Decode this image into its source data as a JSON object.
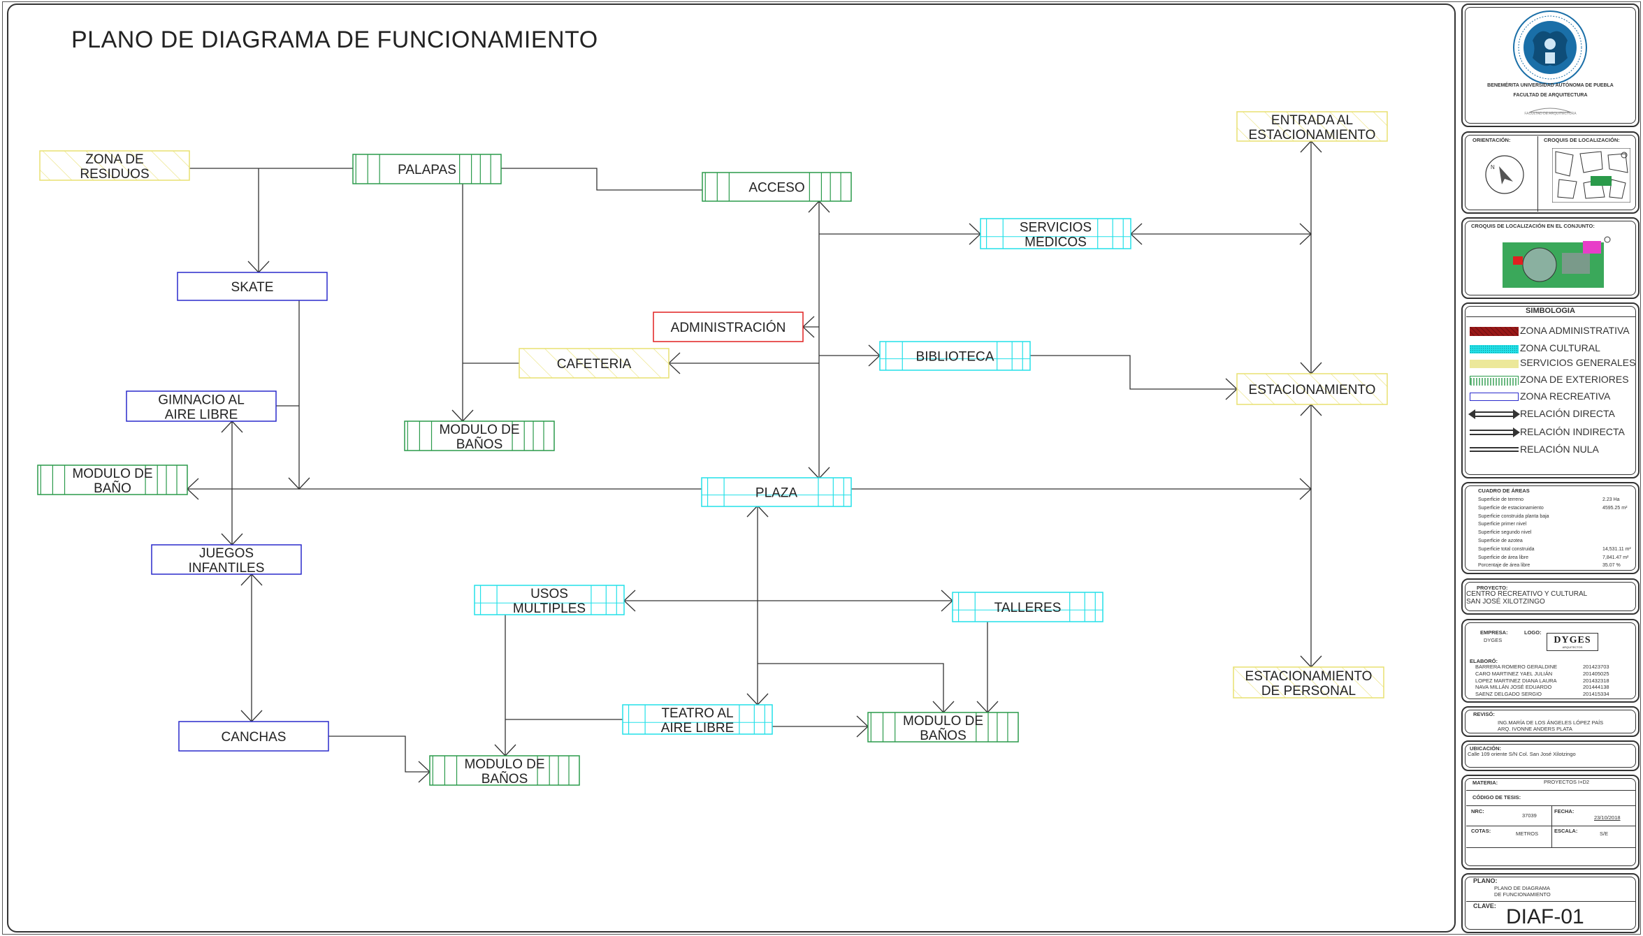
{
  "title": "PLANO DE DIAGRAMA DE FUNCIONAMIENTO",
  "colors": {
    "administrativa": "#e02020",
    "cultural": "#22e0e8",
    "servicios": "#e8e070",
    "exteriores": "#2a9a4a",
    "recreativa": "#2a2acc",
    "line": "#333333"
  },
  "nodes": {
    "zona_residuos": {
      "line1": "ZONA DE",
      "line2": "RESIDUOS"
    },
    "palapas": {
      "line1": "PALAPAS"
    },
    "acceso": {
      "line1": "ACCESO"
    },
    "servicios_medicos": {
      "line1": "SERVICIOS",
      "line2": "MEDICOS"
    },
    "entrada_estacionamiento": {
      "line1": "ENTRADA AL",
      "line2": "ESTACIONAMIENTO"
    },
    "skate": {
      "line1": "SKATE"
    },
    "administracion": {
      "line1": "ADMINISTRACIÓN"
    },
    "cafeteria": {
      "line1": "CAFETERIA"
    },
    "biblioteca": {
      "line1": "BIBLIOTECA"
    },
    "estacionamiento": {
      "line1": "ESTACIONAMIENTO"
    },
    "gimnacio": {
      "line1": "GIMNACIO AL",
      "line2": "AIRE LIBRE"
    },
    "modulo_banos_1": {
      "line1": "MODULO DE",
      "line2": "BAÑOS"
    },
    "modulo_bano": {
      "line1": "MODULO DE",
      "line2": "BAÑO"
    },
    "plaza": {
      "line1": "PLAZA"
    },
    "juegos": {
      "line1": "JUEGOS",
      "line2": "INFANTILES"
    },
    "usos_multiples": {
      "line1": "USOS",
      "line2": "MULTIPLES"
    },
    "talleres": {
      "line1": "TALLERES"
    },
    "estacionamiento_personal": {
      "line1": "ESTACIONAMIENTO",
      "line2": "DE PERSONAL"
    },
    "teatro": {
      "line1": "TEATRO AL",
      "line2": "AIRE LIBRE"
    },
    "modulo_banos_2": {
      "line1": "MODULO DE",
      "line2": "BAÑOS"
    },
    "canchas": {
      "line1": "CANCHAS"
    },
    "modulo_banos_3": {
      "line1": "MODULO DE",
      "line2": "BAÑOS"
    }
  },
  "sidebar": {
    "university": "BENEMÉRITA UNIVERSIDAD AUTÓNOMA DE PUEBLA",
    "faculty": "FACULTAD DE ARQUITECTURA",
    "faculty_small": "FACULTAD DE ARQUITECTURA",
    "orientacion": "ORIENTACIÓN:",
    "croquis_localizacion": "CROQUIS DE LOCALIZACIÓN:",
    "croquis_conjunto": "CROQUIS DE LOCALIZACIÓN EN EL CONJUNTO:",
    "simbologia": "SIMBOLOGIA",
    "legend": [
      {
        "label": "ZONA ADMINISTRATIVA"
      },
      {
        "label": "ZONA CULTURAL"
      },
      {
        "label": "SERVICIOS GENERALES"
      },
      {
        "label": "ZONA DE EXTERIORES"
      },
      {
        "label": "ZONA RECREATIVA"
      },
      {
        "label": "RELACIÓN DIRECTA"
      },
      {
        "label": "RELACIÓN INDIRECTA"
      },
      {
        "label": "RELACIÓN NULA"
      }
    ],
    "cuadro_title": "CUADRO DE ÁREAS",
    "areas": [
      {
        "label": "Superficie de terreno",
        "value": "2.23 Ha"
      },
      {
        "label": "Superficie de estacionamiento",
        "value": "4595.25 m²"
      },
      {
        "label": "Superficie construida planta baja",
        "value": ""
      },
      {
        "label": "Superficie primer nivel",
        "value": ""
      },
      {
        "label": "Superficie segundo nivel",
        "value": ""
      },
      {
        "label": "Superficie de azotea",
        "value": ""
      },
      {
        "label": "Superficie total construida",
        "value": "14,531.11  m²"
      },
      {
        "label": "Superficie de área libre",
        "value": "7,841.47  m²"
      },
      {
        "label": "Porcentaje de área libre",
        "value": "35.07 %"
      }
    ],
    "proyecto_label": "PROYECTO:",
    "proyecto_line1": "CENTRO RECREATIVO Y CULTURAL",
    "proyecto_line2": "SAN JOSÉ XILOTZINGO",
    "empresa_label": "EMPRESA:",
    "logo_label": "LOGO:",
    "empresa": "DYGES",
    "logo_text": "DYGES",
    "logo_sub": "ARQUITECTOS",
    "elaboro_label": "ELABORÓ:",
    "elaboro": [
      {
        "name": "BARRERA ROMERO GERALDINE",
        "id": "201423703"
      },
      {
        "name": "CARO MARTINEZ YAEL JULIÁN",
        "id": "201405025"
      },
      {
        "name": "LOPEZ MARTINEZ DIANA LAURA",
        "id": "201432318"
      },
      {
        "name": "NAVA MILLÁN JOSÉ EDUARDO",
        "id": "201444138"
      },
      {
        "name": "SAENZ DELGADO SERGIO",
        "id": "201415334"
      }
    ],
    "reviso_label": "REVISÓ:",
    "reviso_line1": "ING.MARÍA DE LOS ÁNGELES LÓPEZ PAÍS",
    "reviso_line2": "ARQ. IVONNE ANDERS PLATA",
    "ubicacion_label": "UBICACIÓN:",
    "ubicacion": "Calle 109 oriente S/N Col. San José Xilotzingo",
    "materia_label": "MATERIA:",
    "materia": "PROYECTOS I+D2",
    "codigo_label": "CÓDIGO DE TESIS:",
    "nrc_label": "NRC:",
    "nrc": "37039",
    "fecha_label": "FECHA:",
    "fecha": "23/10/2018",
    "cotas_label": "COTAS:",
    "cotas": "METROS",
    "escala_label": "ESCALA:",
    "escala": "S/E",
    "plano_label": "PLANO:",
    "plano_line1": "PLANO DE DIAGRAMA",
    "plano_line2": "DE FUNCIONAMIENTO",
    "clave_label": "CLAVE:",
    "clave": "DIAF-01"
  }
}
